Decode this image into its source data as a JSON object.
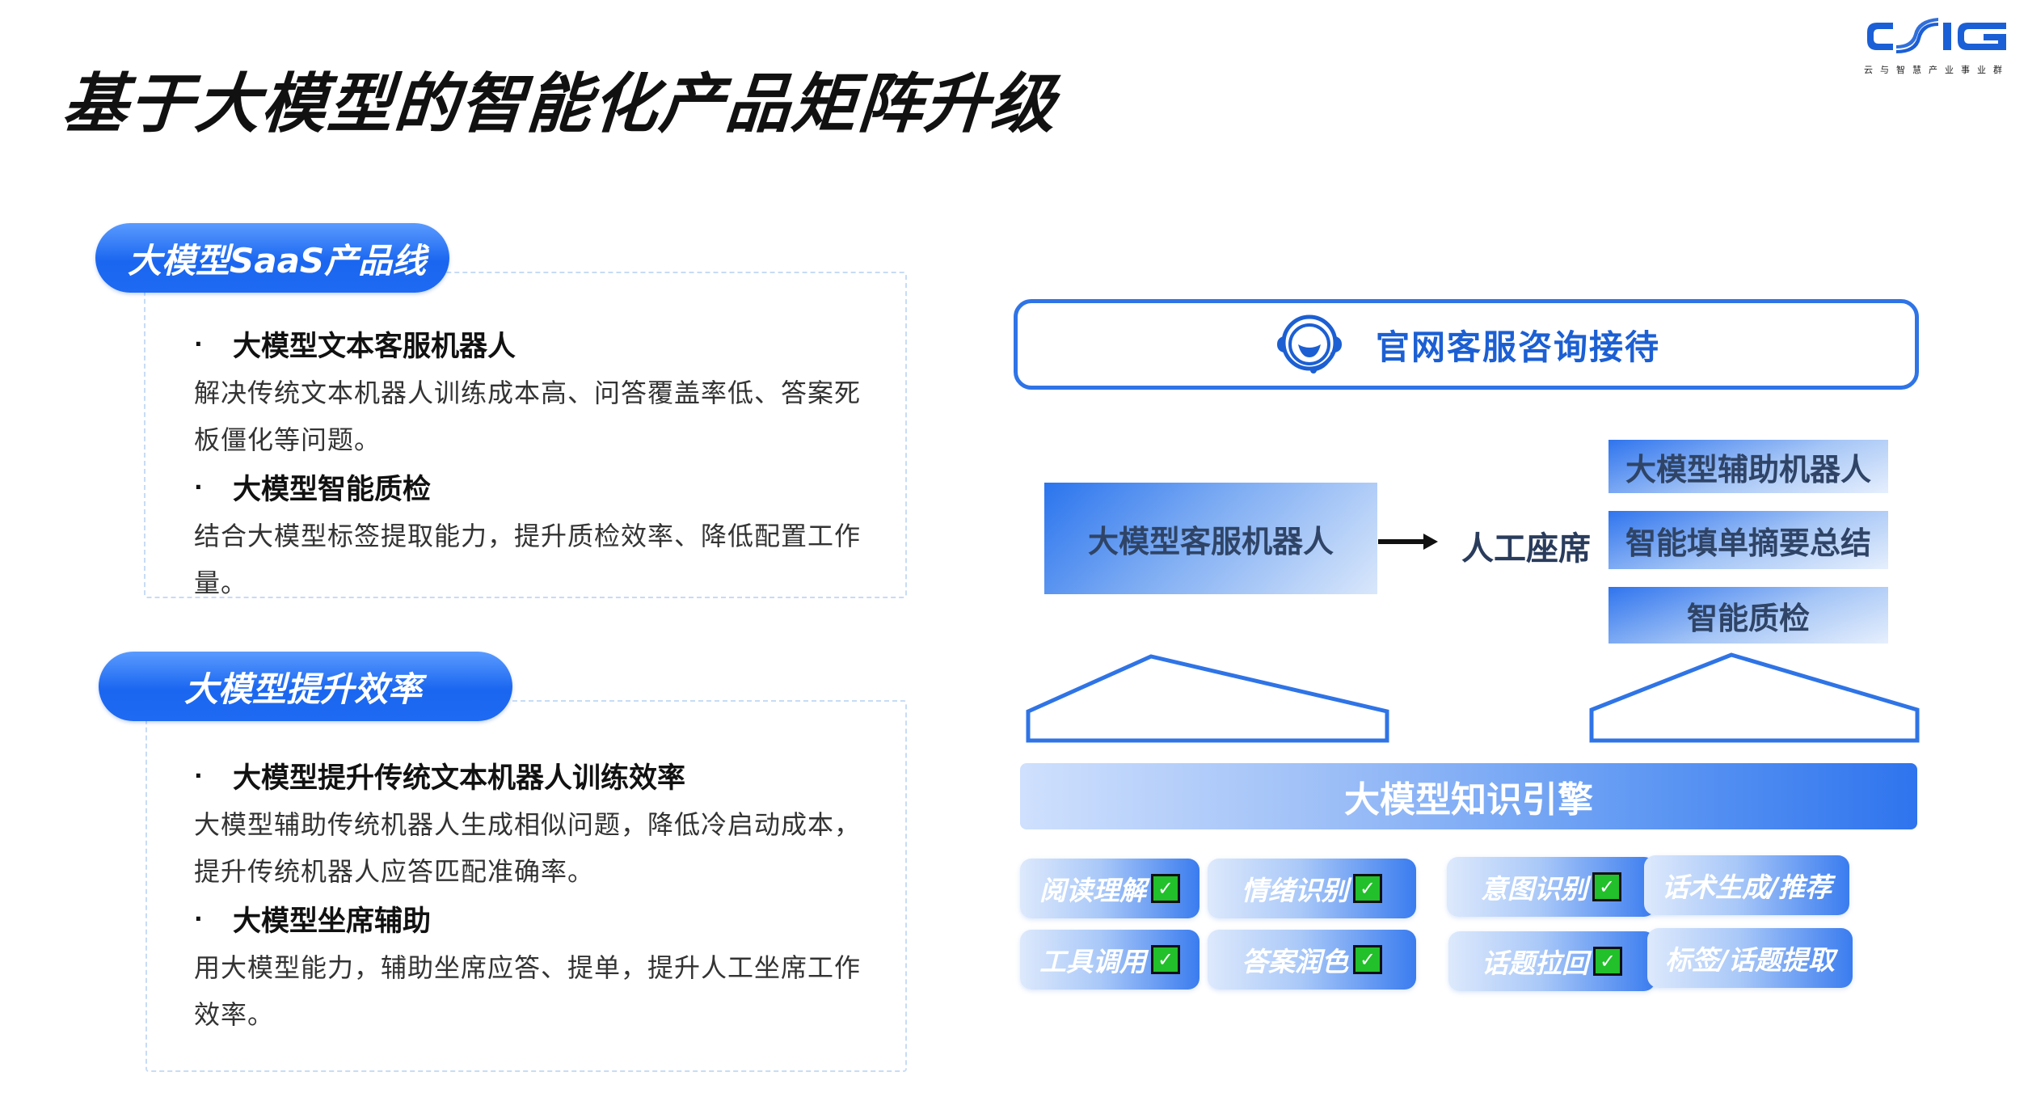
{
  "header": {
    "title": "基于大模型的智能化产品矩阵升级",
    "logo": {
      "text": "CSIG",
      "subtitle": "云与智慧产业事业群",
      "color": "#1b5fd6"
    }
  },
  "left": {
    "sections": [
      {
        "label": "大模型SaaS产品线",
        "items": [
          {
            "title": "大模型文本客服机器人",
            "desc": "解决传统文本机器人训练成本高、问答覆盖率低、答案死板僵化等问题。"
          },
          {
            "title": "大模型智能质检",
            "desc": "结合大模型标签提取能力，提升质检效率、降低配置工作量。"
          }
        ]
      },
      {
        "label": "大模型提升效率",
        "items": [
          {
            "title": "大模型提升传统文本机器人训练效率",
            "desc": "大模型辅助传统机器人生成相似问题，降低冷启动成本，提升传统机器人应答匹配准确率。"
          },
          {
            "title": "大模型坐席辅助",
            "desc": "用大模型能力，辅助坐席应答、提单，提升人工坐席工作效率。"
          }
        ]
      }
    ],
    "bullet": "·"
  },
  "diagram": {
    "top_banner": {
      "icon": "headset-icon",
      "label": "官网客服咨询接待"
    },
    "bot_box": "大模型客服机器人",
    "arrow": "→",
    "seat_label": "人工座席",
    "side_boxes": [
      "大模型辅助机器人",
      "智能填单摘要总结",
      "智能质检"
    ],
    "engine": "大模型知识引擎",
    "capabilities": [
      {
        "label": "阅读理解",
        "checked": true
      },
      {
        "label": "情绪识别",
        "checked": true
      },
      {
        "label": "意图识别",
        "checked": true
      },
      {
        "label": "话术生成/推荐",
        "checked": false
      },
      {
        "label": "工具调用",
        "checked": true
      },
      {
        "label": "答案润色",
        "checked": true
      },
      {
        "label": "话题拉回",
        "checked": true
      },
      {
        "label": "标签/话题提取",
        "checked": false
      }
    ],
    "check_mark": "✓",
    "colors": {
      "accent": "#2f74e6",
      "check_green": "#22c02a",
      "text_dark": "#2f4466"
    }
  }
}
